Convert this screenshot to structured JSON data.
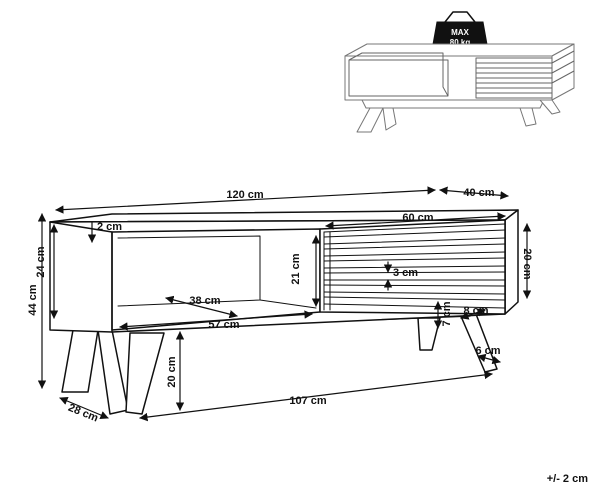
{
  "weight_badge": {
    "line1": "MAX",
    "line2": "80 kg"
  },
  "dimensions": {
    "total_width": "120 cm",
    "depth": "40 cm",
    "total_height": "44 cm",
    "body_height": "24 cm",
    "top_thickness": "2 cm",
    "drawer_width": "60 cm",
    "drawer_height": "20 cm",
    "inner_height": "21 cm",
    "slat_gap": "3 cm",
    "shelf_depth": "38 cm",
    "shelf_width": "57 cm",
    "leg_height": "20 cm",
    "leg_span": "107 cm",
    "leg_foot": "28 cm",
    "leg_top_height": "7 cm",
    "leg_top_width": "8 cm",
    "leg_bottom_width": "6 cm"
  },
  "tolerance": "+/- 2 cm"
}
